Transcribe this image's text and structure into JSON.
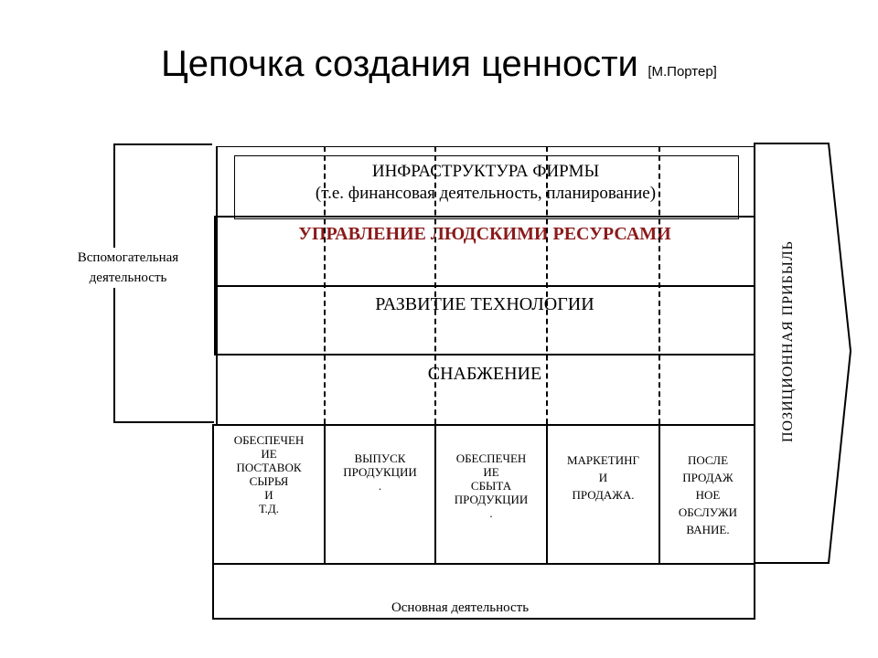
{
  "title": {
    "main": "Цепочка создания ценности",
    "source": "[М.Портер]"
  },
  "support": {
    "label": "Вспомогательная деятельность",
    "infrastructure": {
      "line1": "ИНФРАСТРУКТУРА ФИРМЫ",
      "line2": "(т.е. финансовая деятельность, планирование)"
    },
    "human_resources": "УПРАВЛЕНИЕ ЛЮДСКИМИ РЕСУРСАМИ",
    "technology": "РАЗВИТИЕ ТЕХНОЛОГИИ",
    "procurement": "СНАБЖЕНИЕ"
  },
  "primary": {
    "label": "Основная деятельность",
    "activities": [
      {
        "lines": [
          "ОБЕСПЕЧЕН",
          "ИЕ",
          "ПОСТАВОК",
          "СЫРЬЯ",
          "И",
          "Т.Д."
        ]
      },
      {
        "lines": [
          "ВЫПУСК",
          "ПРОДУКЦИИ",
          "."
        ]
      },
      {
        "lines": [
          "ОБЕСПЕЧЕН",
          "ИЕ",
          "СБЫТА",
          "ПРОДУКЦИИ",
          "."
        ]
      },
      {
        "lines": [
          "МАРКЕТИНГ",
          "И",
          "ПРОДАЖА."
        ]
      },
      {
        "lines": [
          "ПОСЛЕ",
          "ПРОДАЖ",
          "НОЕ",
          "ОБСЛУЖИ",
          "ВАНИЕ."
        ]
      }
    ]
  },
  "margin": {
    "label": "ПОЗИЦИОННАЯ ПРИБЫЛЬ"
  },
  "colors": {
    "accent": "#8b1a1a",
    "line": "#000000"
  }
}
